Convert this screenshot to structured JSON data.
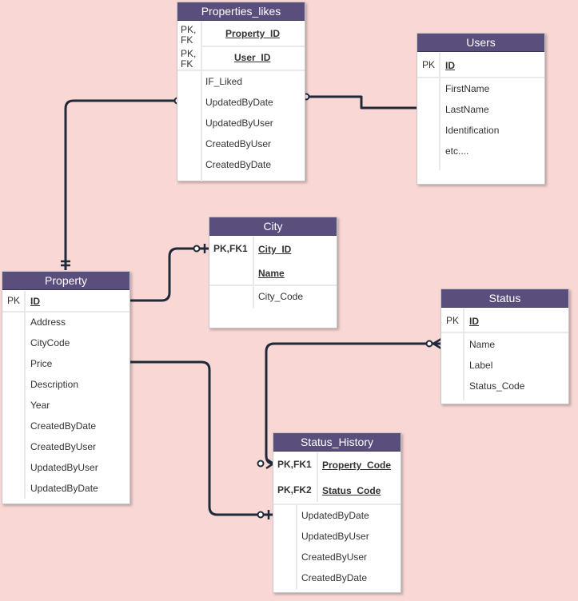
{
  "entities": {
    "properties_likes": {
      "title": "Properties_likes",
      "keys": [
        {
          "key": "PK,\nFK",
          "field": "Property_ID"
        },
        {
          "key": "PK,\nFK",
          "field": "User_ID"
        }
      ],
      "fields": [
        "IF_Liked",
        "UpdatedByDate",
        "UpdatedByUser",
        "CreatedByUser",
        "CreatedByDate"
      ]
    },
    "users": {
      "title": "Users",
      "keys": [
        {
          "key": "PK",
          "field": "ID"
        }
      ],
      "fields": [
        "FirstName",
        "LastName",
        "Identification",
        "etc...."
      ]
    },
    "city": {
      "title": "City",
      "keys": [
        {
          "key": "PK,FK1",
          "field": "City_ID"
        },
        {
          "key": "",
          "field": "Name"
        }
      ],
      "fields": [
        "City_Code"
      ]
    },
    "property": {
      "title": "Property",
      "keys": [
        {
          "key": "PK",
          "field": "ID"
        }
      ],
      "fields": [
        "Address",
        "CityCode",
        "Price",
        "Description",
        "Year",
        "CreatedByDate",
        "CreatedByUser",
        "UpdatedByUser",
        "UpdatedByDate"
      ]
    },
    "status": {
      "title": "Status",
      "keys": [
        {
          "key": "PK",
          "field": "ID"
        }
      ],
      "fields": [
        "Name",
        "Label",
        "Status_Code"
      ]
    },
    "status_history": {
      "title": "Status_History",
      "keys": [
        {
          "key": "PK,FK1",
          "field": "Property_Code"
        },
        {
          "key": "PK,FK2",
          "field": "Status_Code"
        }
      ],
      "fields": [
        "UpdatedByDate",
        "UpdatedByUser",
        "CreatedByUser",
        "CreatedByDate"
      ]
    }
  },
  "colors": {
    "background": "#f8d7d4",
    "header": "#5a4f7c",
    "connector": "#1e2a3a"
  }
}
